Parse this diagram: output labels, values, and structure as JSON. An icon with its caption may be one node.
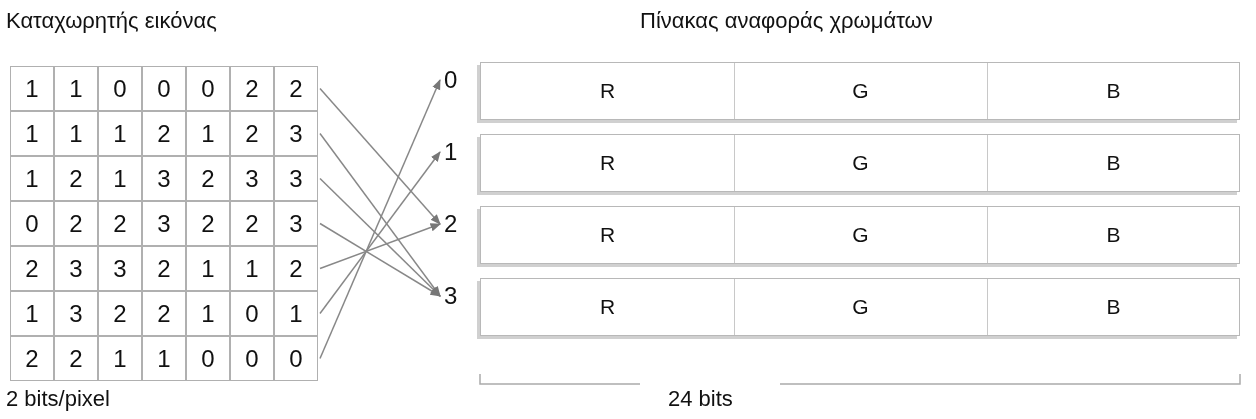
{
  "diagram": {
    "nodes": [
      {
        "text": [
          "2"
        ]
      },
      {
        "text": [
          "3"
        ]
      },
      {
        "text": [
          "3"
        ]
      },
      {
        "text": [
          "3"
        ]
      },
      {
        "text": [
          "2"
        ]
      },
      {
        "text": [
          "1"
        ]
      },
      {
        "text": [
          "0"
        ]
      },
      {
        "text": [
          "0"
        ]
      },
      {
        "text": [
          "1"
        ]
      },
      {
        "text": [
          "2"
        ]
      },
      {
        "text": [
          "3"
        ]
      }
    ],
    "edges": [
      {
        "from": 0,
        "to": 9,
        "arrow": "to"
      },
      {
        "from": 1,
        "to": 10,
        "arrow": "to"
      },
      {
        "from": 2,
        "to": 10,
        "arrow": "to"
      },
      {
        "from": 3,
        "to": 10,
        "arrow": "to"
      },
      {
        "from": 4,
        "to": 9,
        "arrow": "to"
      },
      {
        "from": 5,
        "to": 8,
        "arrow": "to"
      },
      {
        "from": 6,
        "to": 7,
        "arrow": "to"
      }
    ],
    "labels": [
      "Καταχωρητής εικόνας",
      "Πίνακας αναφοράς χρωμάτων",
      "1",
      "1",
      "0",
      "0",
      "0",
      "2",
      "1",
      "1",
      "1",
      "2",
      "1",
      "2",
      "1",
      "2",
      "1",
      "3",
      "2",
      "3",
      "0",
      "2",
      "2",
      "3",
      "2",
      "2",
      "2",
      "3",
      "3",
      "2",
      "1",
      "1",
      "1",
      "3",
      "2",
      "2",
      "1",
      "0",
      "2",
      "2",
      "1",
      "1",
      "0",
      "0",
      "R",
      "G",
      "B",
      "R",
      "G",
      "B",
      "R",
      "G",
      "B",
      "R",
      "G",
      "B",
      "2 bits/pixel",
      "24 bits"
    ]
  }
}
